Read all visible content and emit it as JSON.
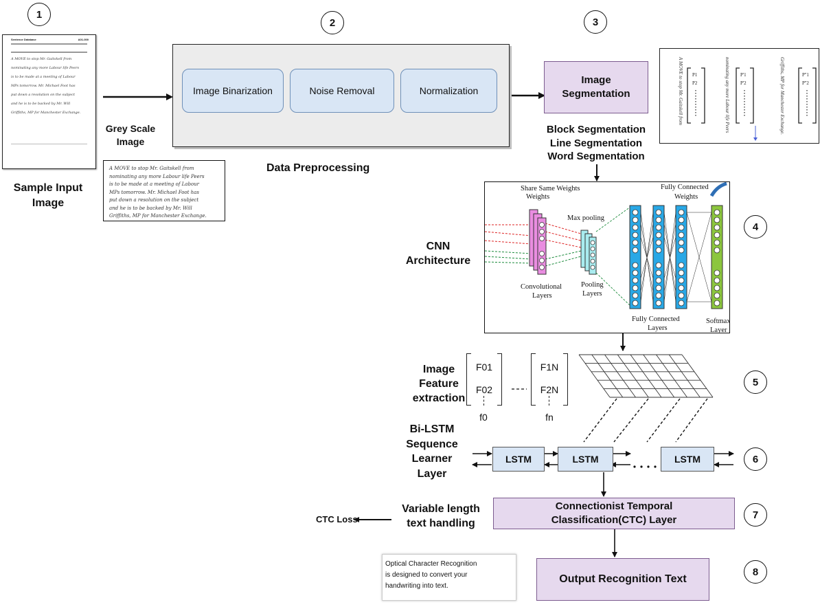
{
  "steps": [
    "1",
    "2",
    "3",
    "4",
    "5",
    "6",
    "7",
    "8"
  ],
  "input": {
    "label": "Sample Input\nImage",
    "grey_label": "Grey Scale\nImage",
    "doc_header_left": "Sentence Database",
    "doc_header_right": "A01-000",
    "handwriting": [
      "A MOVE to stop Mr. Gaitskell from",
      "nominating any more Labour life Peers",
      "is to be made at a meeting of Labour",
      "MPs tomorrow. Mr. Michael Foot has",
      "put down a resolution on the subject",
      "and he is to be backed by Mr. Will",
      "Griffiths, MP for Manchester Exchange."
    ]
  },
  "preprocessing": {
    "title": "Data Preprocessing",
    "steps": [
      "Image Binarization",
      "Noise Removal",
      "Normalization"
    ]
  },
  "segmentation": {
    "box": "Image\nSegmentation",
    "types": [
      "Block Segmentation",
      "Line Segmentation",
      "Word Segmentation"
    ],
    "p_labels": [
      "P1",
      "P2",
      "P'1",
      "P'2",
      "P''1",
      "P''2"
    ]
  },
  "cnn": {
    "label": "CNN\nArchitecture",
    "share": "Share Same\nWeights",
    "max_pooling": "Max pooling",
    "fc_weights": "Fully Connected\nWeights",
    "conv": "Convolutional\nLayers",
    "pooling": "Pooling\nLayers",
    "fc_layers": "Fully Connected\nLayers",
    "softmax": "Softmax\nLayer"
  },
  "features": {
    "label": "Image\nFeature\nextraction",
    "f01": "F01",
    "f02": "F02",
    "f1n": "F1N",
    "f2n": "F2N",
    "f0": "f0",
    "fn": "fn"
  },
  "bilstm": {
    "label": "Bi-LSTM\nSequence\nLearner\nLayer",
    "cells": [
      "LSTM",
      "LSTM",
      "LSTM"
    ]
  },
  "ctc": {
    "box": "Connectionist Temporal\nClassification(CTC)  Layer",
    "variable": "Variable length\ntext handling",
    "loss": "CTC Loss"
  },
  "output": {
    "box": "Output Recognition Text",
    "text": "Optical Character Recognition\nis designed to convert your\nhandwriting into text."
  }
}
